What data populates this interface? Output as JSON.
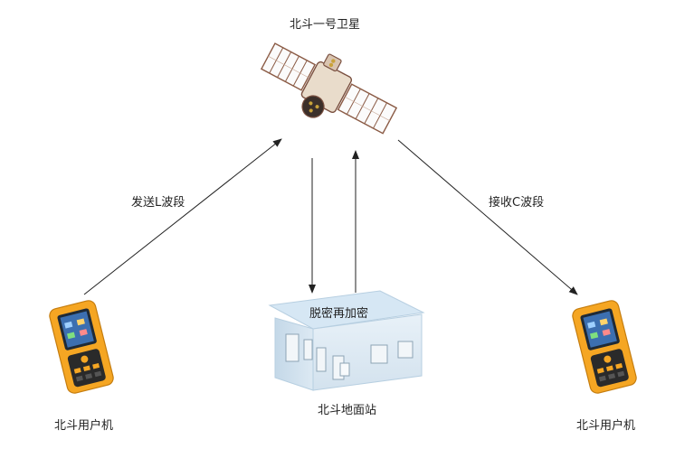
{
  "satellite": {
    "label": "北斗一号卫星",
    "icon": "satellite-icon"
  },
  "left_device": {
    "label": "北斗用户机",
    "icon": "handheld-terminal-icon"
  },
  "right_device": {
    "label": "北斗用户机",
    "icon": "handheld-terminal-icon"
  },
  "ground_station": {
    "label": "北斗地面站",
    "process_label": "脱密再加密",
    "icon": "ground-station-building-icon"
  },
  "links": {
    "uplink_label": "发送L波段",
    "downlink_label": "接收C波段"
  },
  "colors": {
    "device_orange": "#f5a623",
    "roof_blue": "#cfe3f3",
    "arrow": "#222222"
  }
}
